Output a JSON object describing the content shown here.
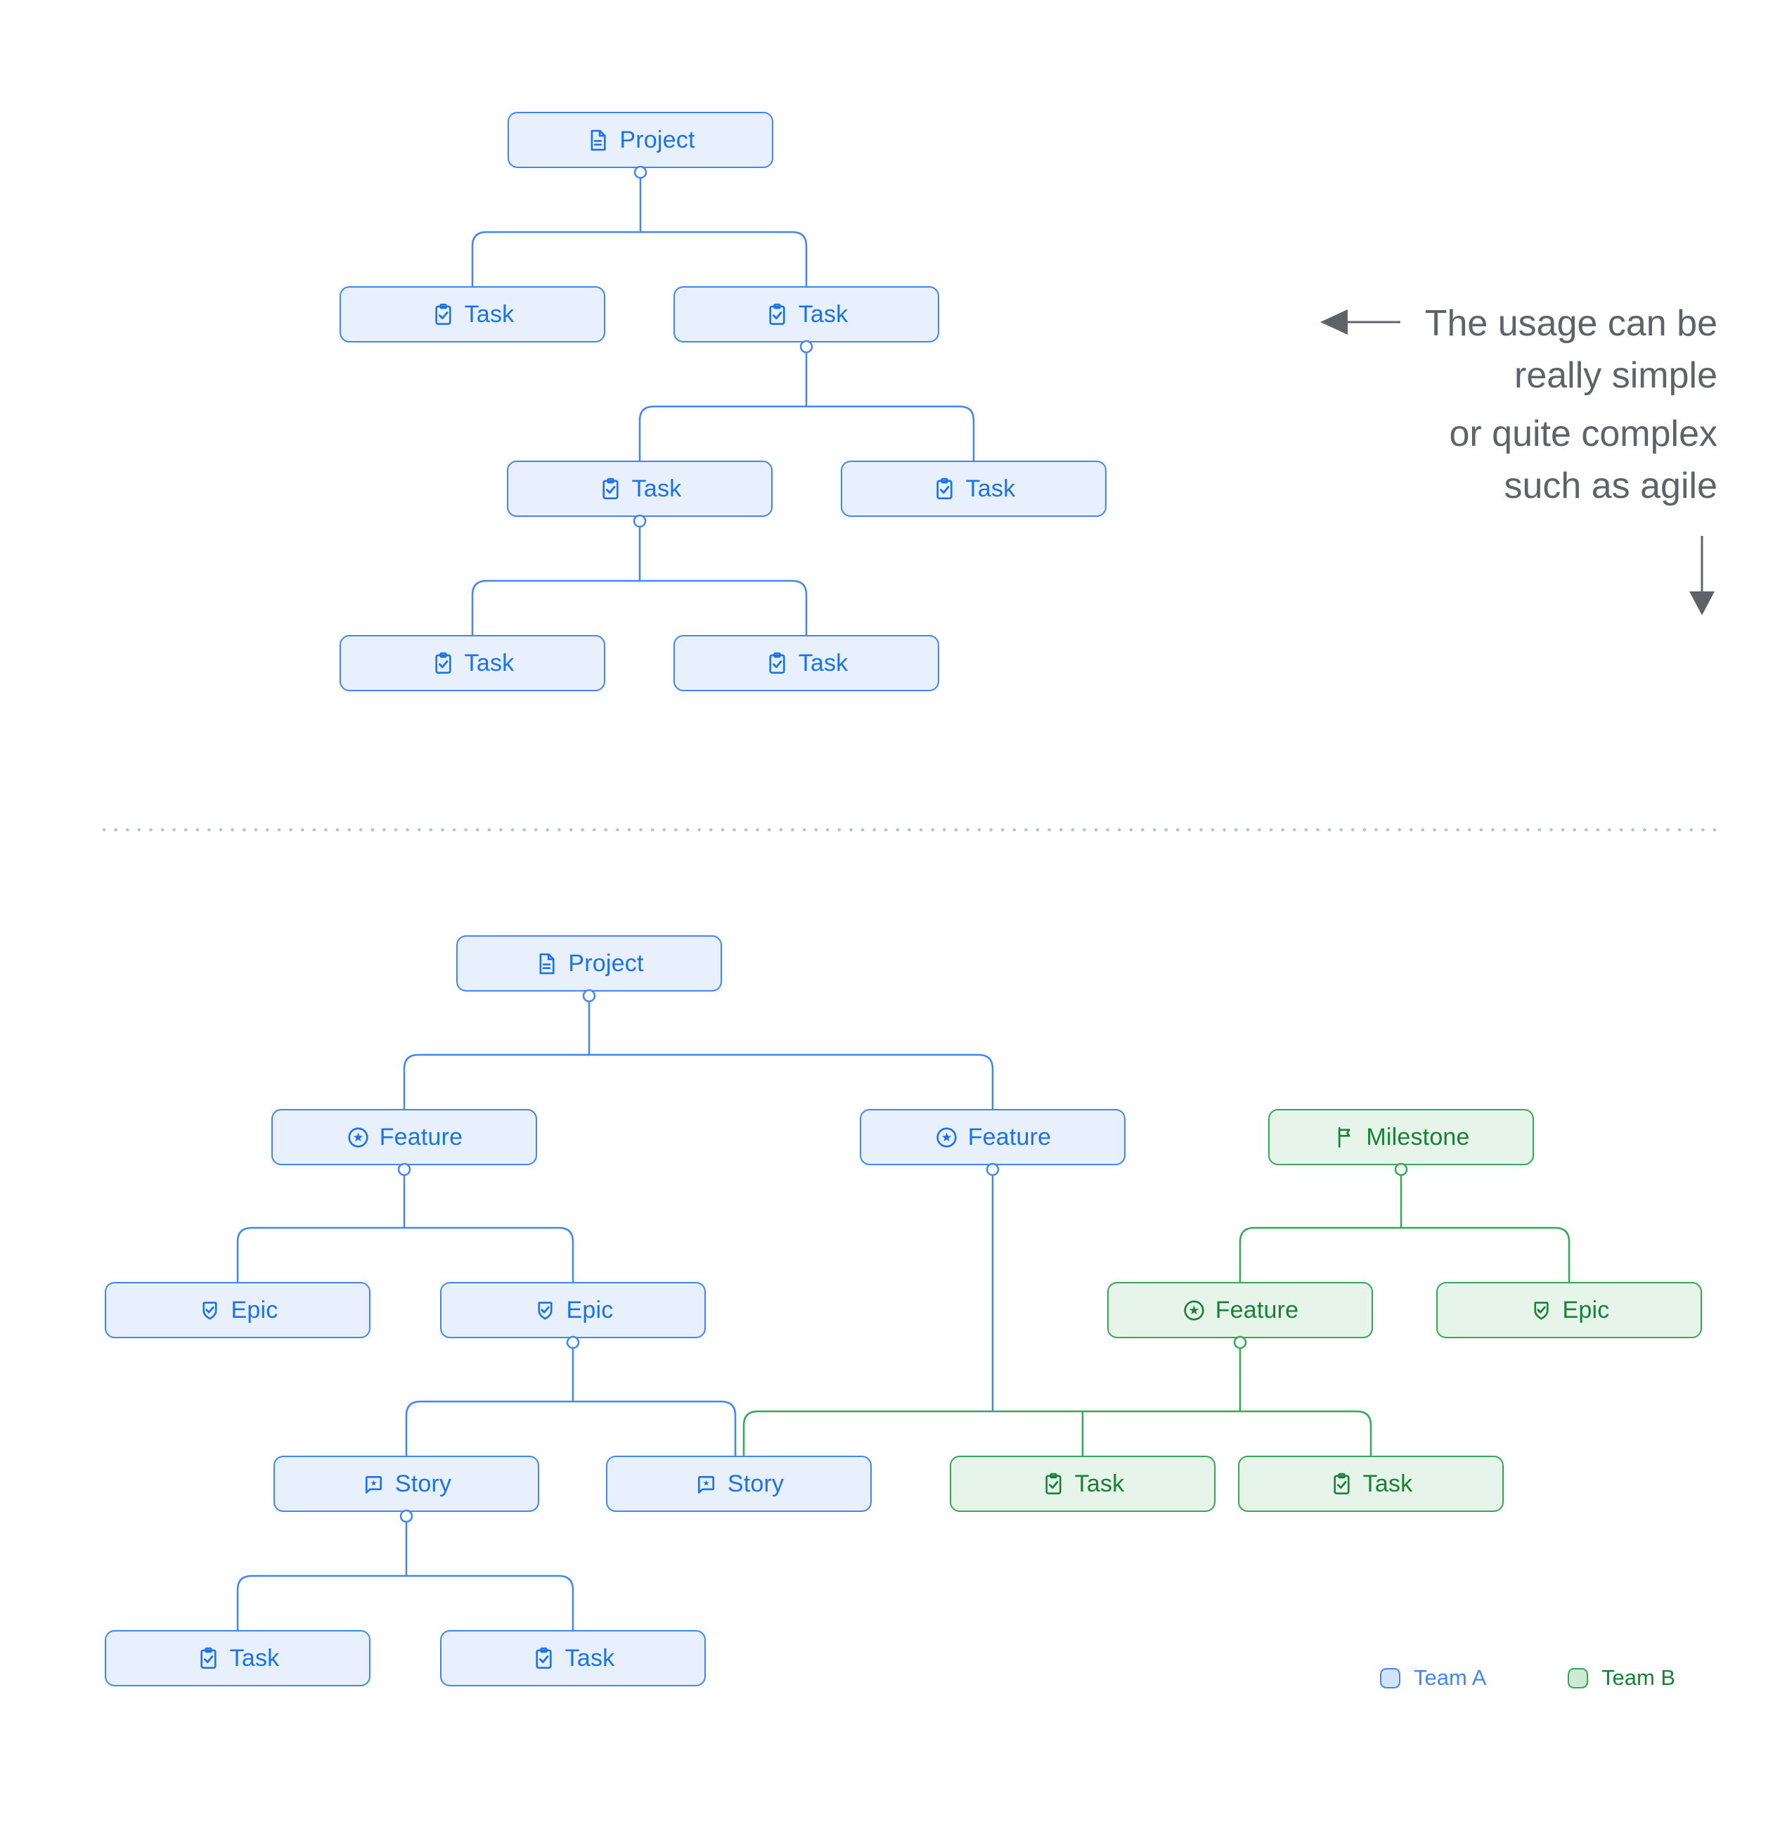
{
  "colors": {
    "team_a_border": "#4285F4",
    "team_a_fill": "#E8F0FE",
    "team_a_text": "#1A73E8",
    "team_b_border": "#34A853",
    "team_b_fill": "#E6F4EA",
    "team_b_text": "#188038",
    "annotation_text": "#5F6368",
    "divider": "#BDC1C6",
    "legend_a_fill": "#D2E3FC",
    "legend_b_fill": "#CEEAD6"
  },
  "annotation": {
    "simple": [
      "The usage can be",
      "really simple"
    ],
    "complex": [
      "or quite complex",
      "such as agile"
    ],
    "arrow_icons": [
      "arrow-left-icon",
      "arrow-down-icon"
    ]
  },
  "legend": [
    {
      "label": "Team A",
      "team": "A"
    },
    {
      "label": "Team B",
      "team": "B"
    }
  ],
  "nodes": [
    {
      "id": "simple-project",
      "label": "Project",
      "icon": "document",
      "team": "A",
      "tree": "simple"
    },
    {
      "id": "simple-task-1",
      "label": "Task",
      "icon": "task-check",
      "team": "A",
      "tree": "simple"
    },
    {
      "id": "simple-task-2",
      "label": "Task",
      "icon": "task-check",
      "team": "A",
      "tree": "simple"
    },
    {
      "id": "simple-task-3",
      "label": "Task",
      "icon": "task-check",
      "team": "A",
      "tree": "simple"
    },
    {
      "id": "simple-task-4",
      "label": "Task",
      "icon": "task-check",
      "team": "A",
      "tree": "simple"
    },
    {
      "id": "simple-task-5",
      "label": "Task",
      "icon": "task-check",
      "team": "A",
      "tree": "simple"
    },
    {
      "id": "simple-task-6",
      "label": "Task",
      "icon": "task-check",
      "team": "A",
      "tree": "simple"
    },
    {
      "id": "complex-project",
      "label": "Project",
      "icon": "document",
      "team": "A",
      "tree": "complex"
    },
    {
      "id": "complex-feature-1",
      "label": "Feature",
      "icon": "star-circle",
      "team": "A",
      "tree": "complex"
    },
    {
      "id": "complex-feature-2",
      "label": "Feature",
      "icon": "star-circle",
      "team": "A",
      "tree": "complex"
    },
    {
      "id": "complex-milestone",
      "label": "Milestone",
      "icon": "flag",
      "team": "B",
      "tree": "complex"
    },
    {
      "id": "complex-epic-1",
      "label": "Epic",
      "icon": "shield-check",
      "team": "A",
      "tree": "complex"
    },
    {
      "id": "complex-epic-2",
      "label": "Epic",
      "icon": "shield-check",
      "team": "A",
      "tree": "complex"
    },
    {
      "id": "complex-feature-3",
      "label": "Feature",
      "icon": "star-circle",
      "team": "B",
      "tree": "complex"
    },
    {
      "id": "complex-epic-3",
      "label": "Epic",
      "icon": "shield-check",
      "team": "B",
      "tree": "complex"
    },
    {
      "id": "complex-story-1",
      "label": "Story",
      "icon": "story-bubble",
      "team": "A",
      "tree": "complex"
    },
    {
      "id": "complex-story-2",
      "label": "Story",
      "icon": "story-bubble",
      "team": "A",
      "tree": "complex"
    },
    {
      "id": "complex-task-1",
      "label": "Task",
      "icon": "task-check",
      "team": "B",
      "tree": "complex"
    },
    {
      "id": "complex-task-2",
      "label": "Task",
      "icon": "task-check",
      "team": "B",
      "tree": "complex"
    },
    {
      "id": "complex-task-3",
      "label": "Task",
      "icon": "task-check",
      "team": "A",
      "tree": "complex"
    },
    {
      "id": "complex-task-4",
      "label": "Task",
      "icon": "task-check",
      "team": "A",
      "tree": "complex"
    }
  ]
}
